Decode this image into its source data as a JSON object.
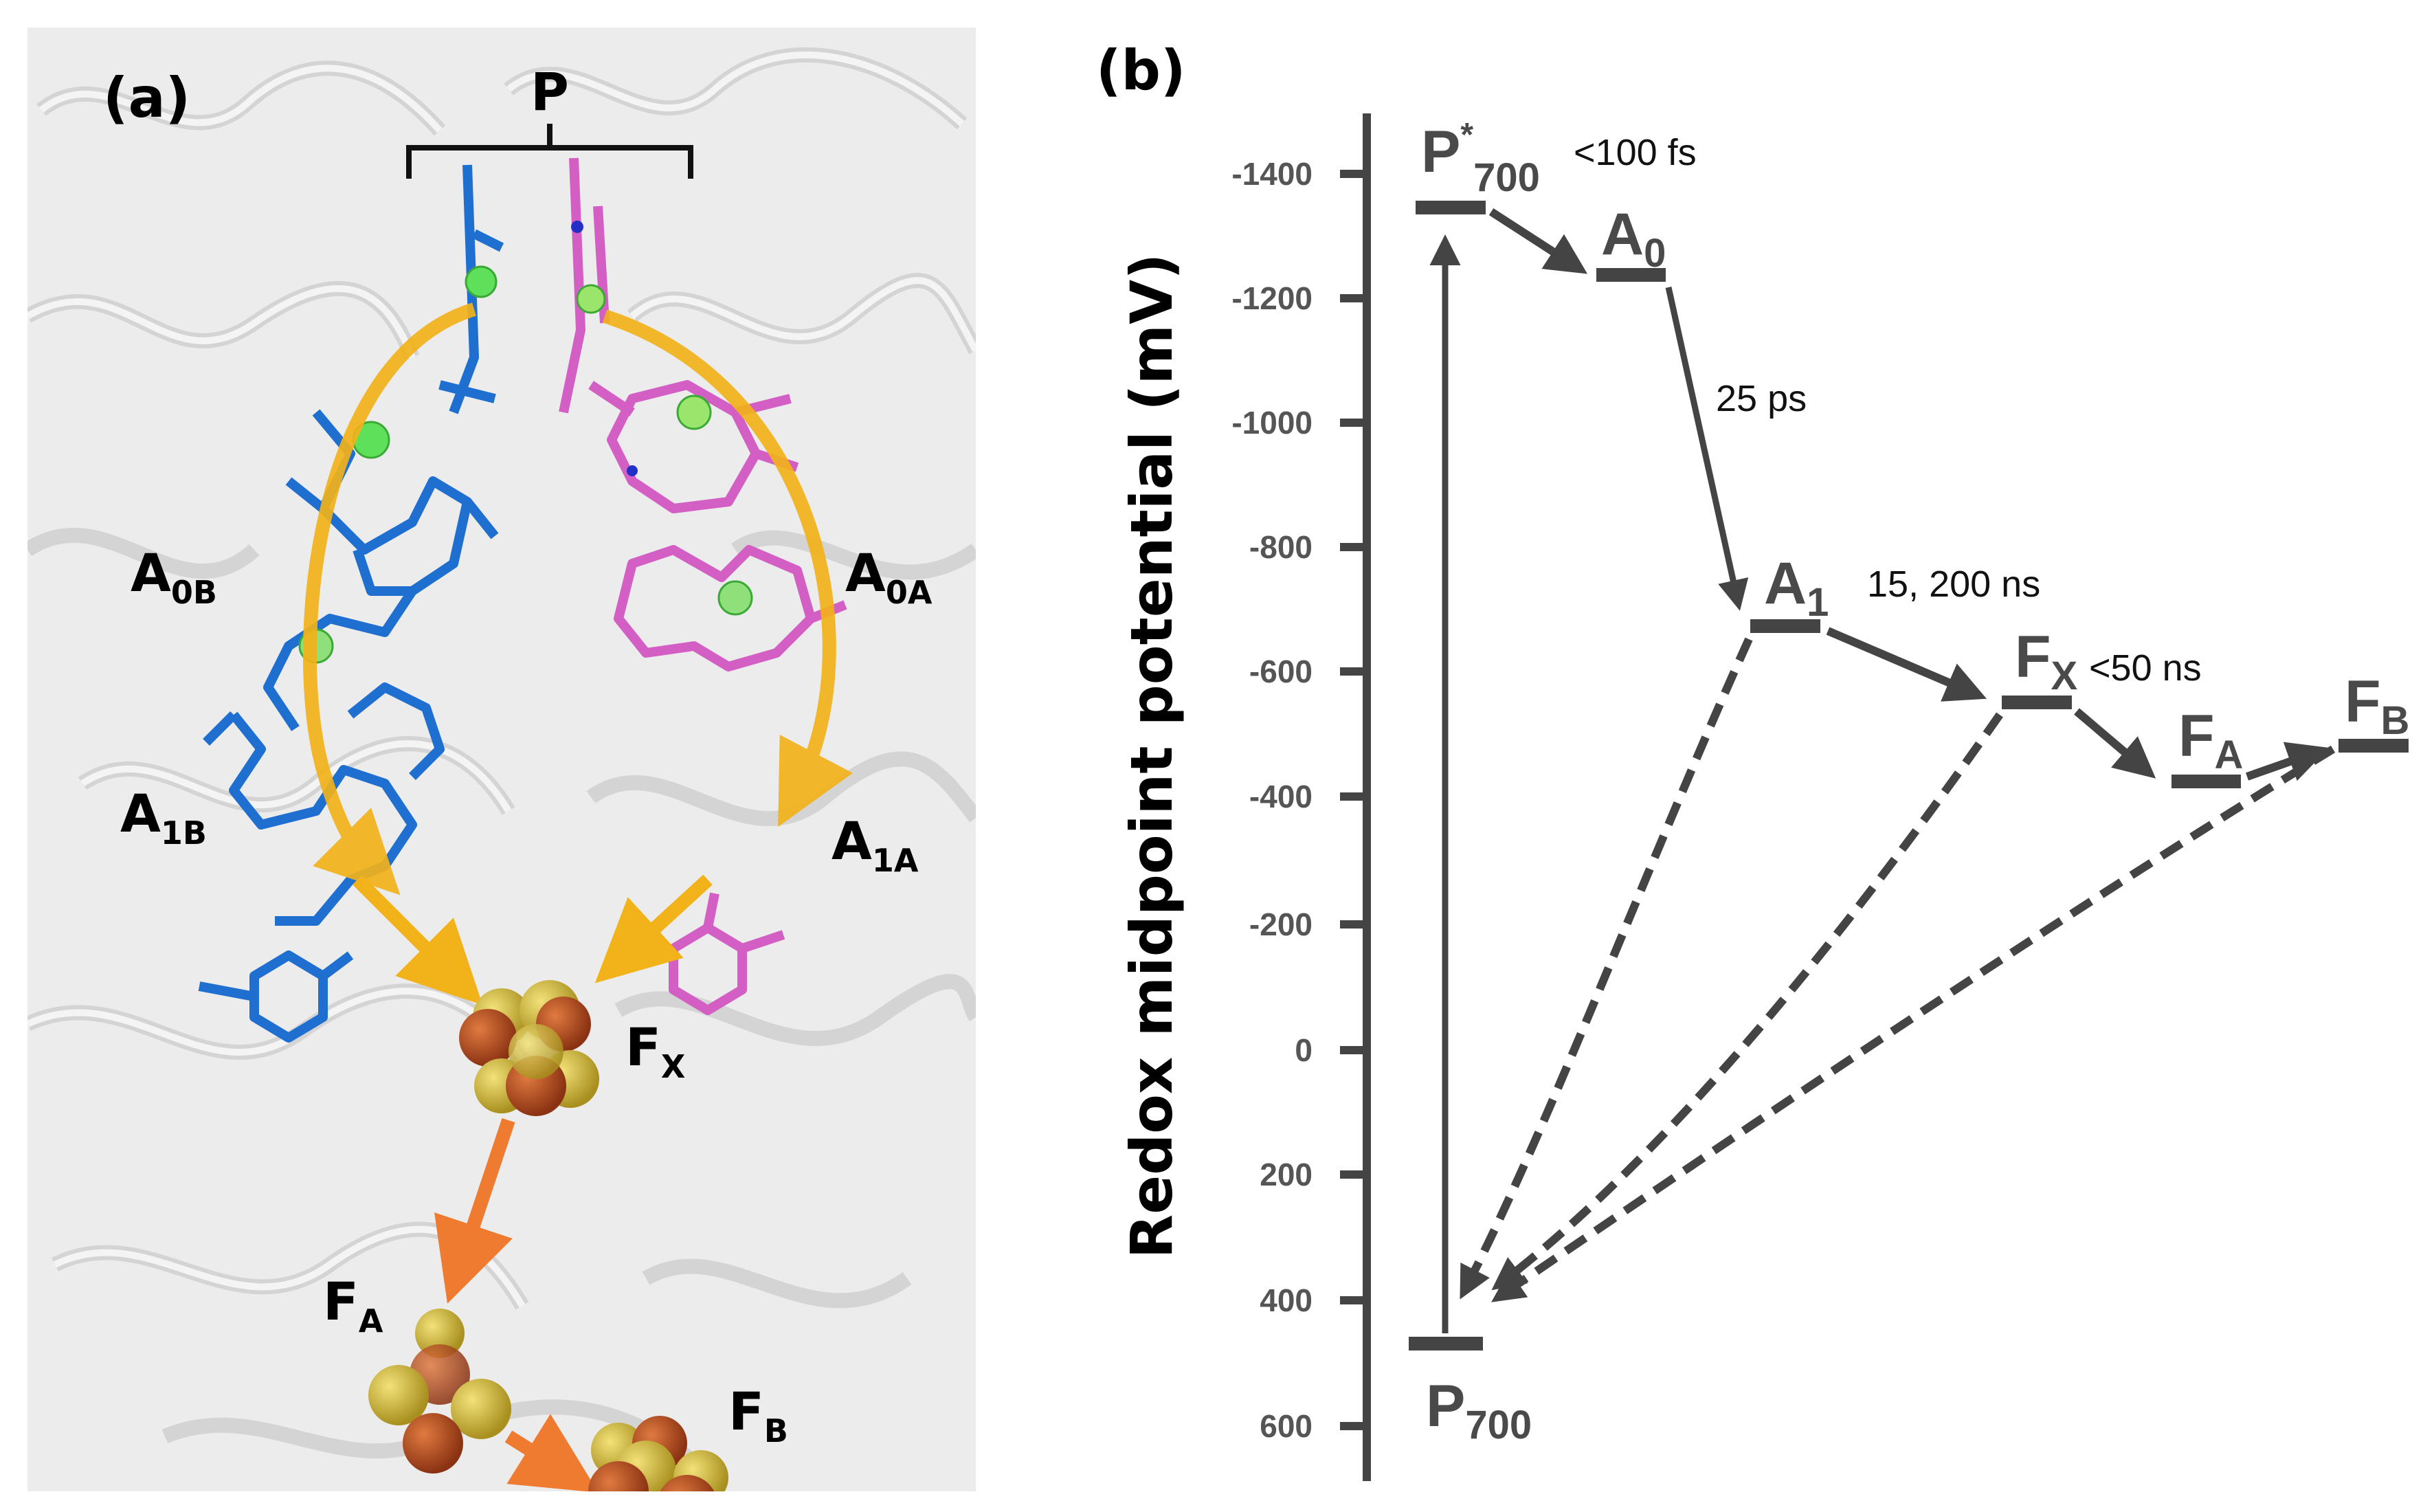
{
  "panel_a": {
    "label": "(a)",
    "bracket_label": "P",
    "cofactors": [
      {
        "id": "A0B",
        "main": "A",
        "sub": "0B"
      },
      {
        "id": "A0A",
        "main": "A",
        "sub": "0A"
      },
      {
        "id": "A1B",
        "main": "A",
        "sub": "1B"
      },
      {
        "id": "A1A",
        "main": "A",
        "sub": "1A"
      },
      {
        "id": "FX",
        "main": "F",
        "sub": "X"
      },
      {
        "id": "FA",
        "main": "F",
        "sub": "A"
      },
      {
        "id": "FB",
        "main": "F",
        "sub": "B"
      }
    ],
    "colors": {
      "branch_b": "#1f6fd1",
      "branch_a": "#d35fc4",
      "mg": "#5fe05a",
      "arrow_yellow": "#f2b21a",
      "arrow_orange": "#ee7b30",
      "fe": "#b8501f",
      "s": "#d8c23a",
      "protein": "#e6e6e6"
    }
  },
  "panel_b": {
    "label": "(b)",
    "y_axis_label": "Redox midpoint potential (mV)",
    "ticks": [
      "-1400",
      "-1200",
      "-1000",
      "-800",
      "-600",
      "-400",
      "-200",
      "0",
      "200",
      "400",
      "600"
    ],
    "levels": [
      {
        "id": "P700star",
        "main": "P",
        "sup": "*",
        "sub": "700"
      },
      {
        "id": "A0",
        "main": "A",
        "sub": "0"
      },
      {
        "id": "A1",
        "main": "A",
        "sub": "1"
      },
      {
        "id": "FX",
        "main": "F",
        "sub": "X"
      },
      {
        "id": "FA",
        "main": "F",
        "sub": "A"
      },
      {
        "id": "FB",
        "main": "F",
        "sub": "B"
      },
      {
        "id": "P700",
        "main": "P",
        "sub": "700"
      }
    ],
    "transfer_times": {
      "p700_a0": "<100 fs",
      "a0_a1": "25 ps",
      "a1_fx": "15, 200 ns",
      "fx_fa": "<50 ns"
    },
    "line_color": "#444444"
  },
  "chart_data": {
    "type": "energy-level-diagram",
    "title": "",
    "ylabel": "Redox midpoint potential (mV)",
    "ylim": [
      600,
      -1400
    ],
    "y_axis_inverted": true,
    "yticks": [
      -1400,
      -1200,
      -1000,
      -800,
      -600,
      -400,
      -200,
      0,
      200,
      400,
      600
    ],
    "levels": [
      {
        "name": "P*700",
        "potential_mV": -1350
      },
      {
        "name": "A0",
        "potential_mV": -1240
      },
      {
        "name": "A1",
        "potential_mV": -680
      },
      {
        "name": "FX",
        "potential_mV": -555
      },
      {
        "name": "FA",
        "potential_mV": -430
      },
      {
        "name": "FB",
        "potential_mV": -490
      },
      {
        "name": "P700",
        "potential_mV": 470
      }
    ],
    "forward_transfers": [
      {
        "from": "P700",
        "to": "P*700",
        "style": "solid",
        "label": ""
      },
      {
        "from": "P*700",
        "to": "A0",
        "style": "solid",
        "label": "<100 fs"
      },
      {
        "from": "A0",
        "to": "A1",
        "style": "solid",
        "label": "25 ps"
      },
      {
        "from": "A1",
        "to": "FX",
        "style": "solid",
        "label": "15, 200 ns"
      },
      {
        "from": "FX",
        "to": "FA",
        "style": "solid",
        "label": "<50 ns"
      },
      {
        "from": "FA",
        "to": "FB",
        "style": "solid",
        "label": ""
      }
    ],
    "recombination": [
      {
        "from": "A1",
        "to": "P700",
        "style": "dashed"
      },
      {
        "from": "FX",
        "to": "P700",
        "style": "dashed"
      },
      {
        "from": "FB",
        "to": "P700",
        "style": "dashed"
      }
    ]
  }
}
